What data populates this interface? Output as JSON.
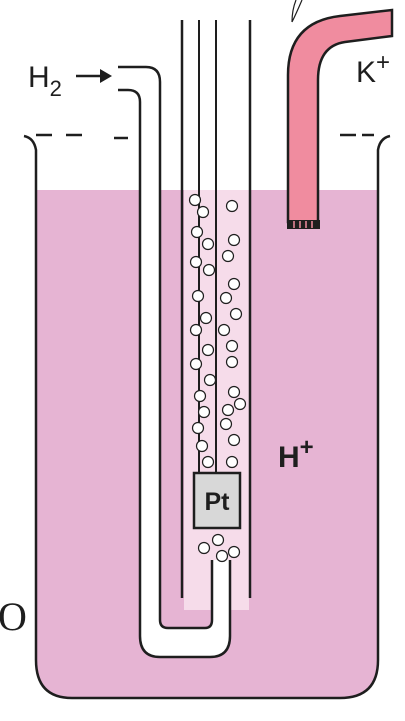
{
  "labels": {
    "h2_main": "H",
    "h2_sub": "2",
    "k_main": "K",
    "k_sup": "+",
    "h_main": "H",
    "h_sup": "+",
    "pt": "Pt",
    "edge_glyph": "O"
  },
  "colors": {
    "solution": "#e6b4d3",
    "salt_bridge": "#f08c9f",
    "outline": "#1e1e1e",
    "pt_plate": "#d8d8d8",
    "bubble": "#ffffff"
  },
  "icons": {
    "gas_inlet_arrow": "right-arrow-icon"
  }
}
